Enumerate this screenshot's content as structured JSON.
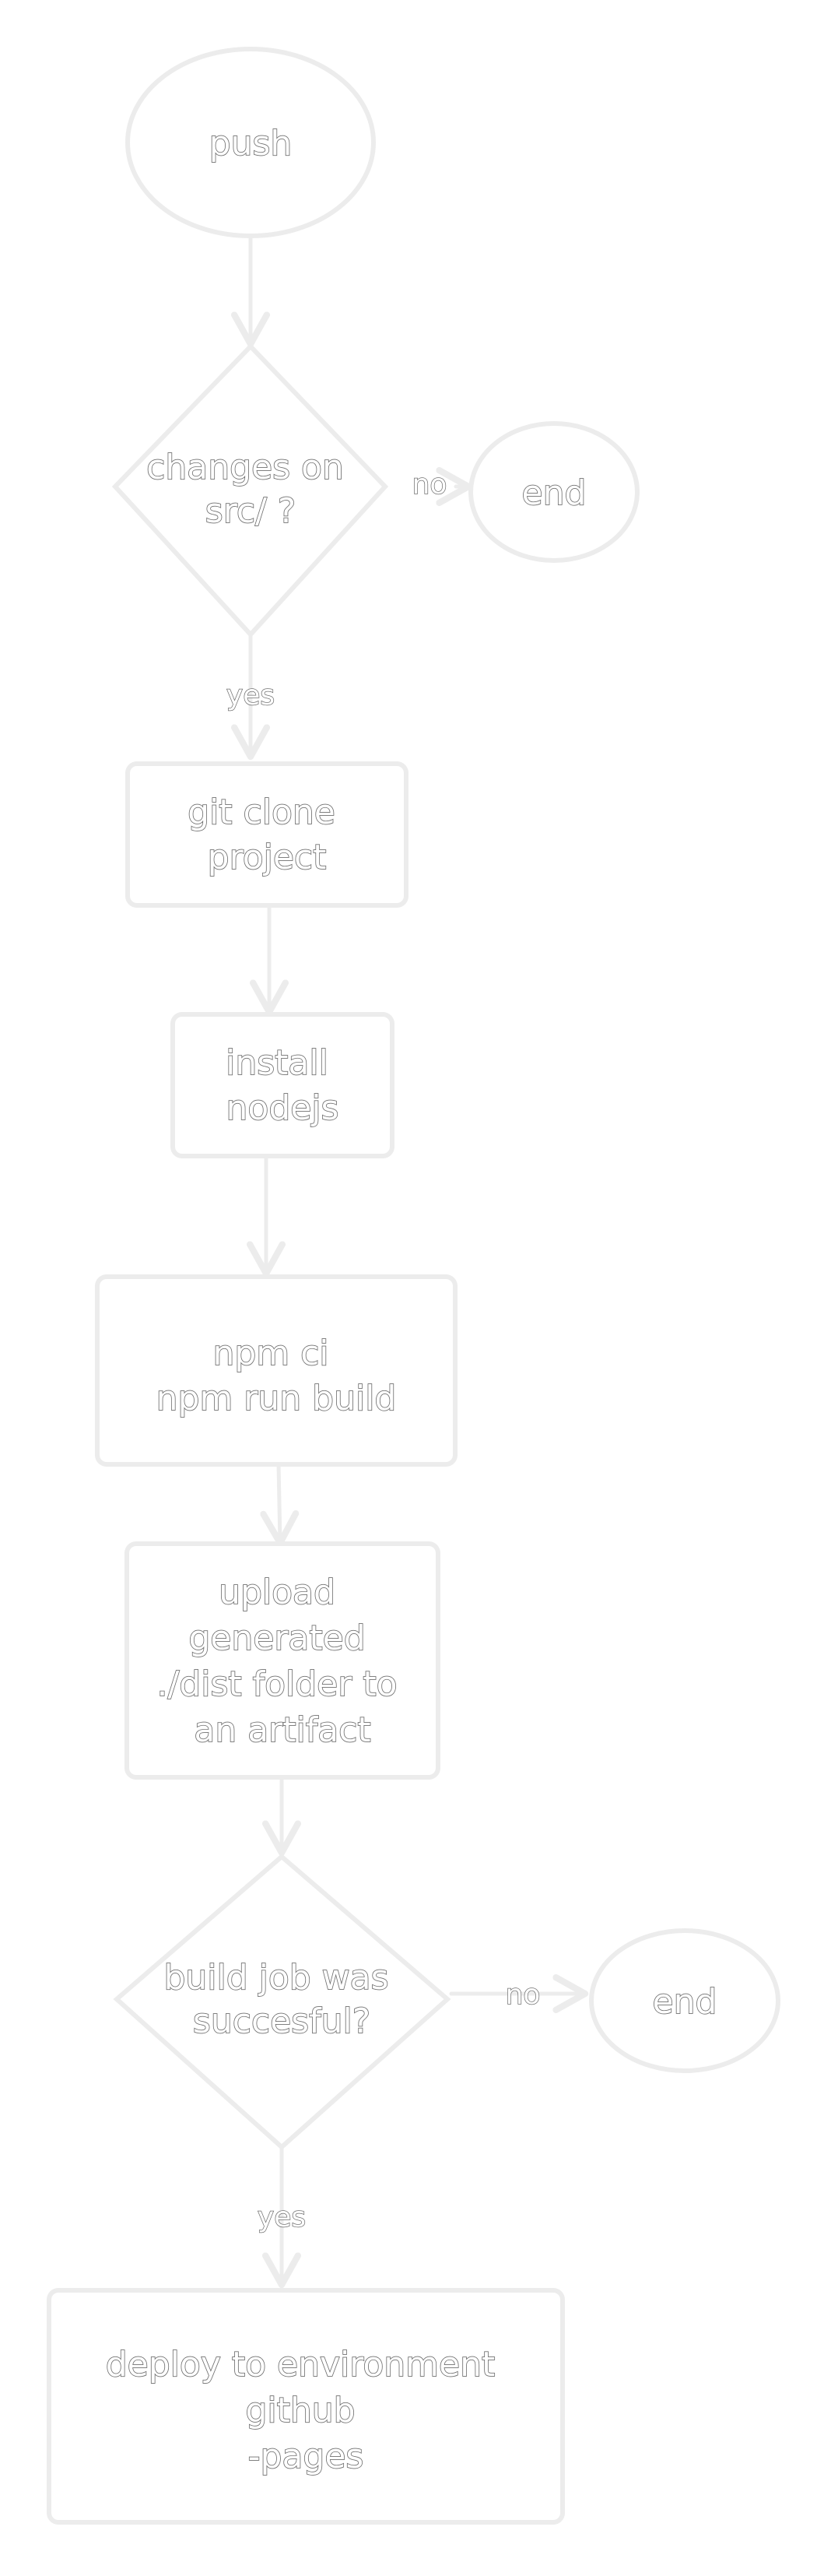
{
  "flowchart": {
    "nodes": {
      "push": {
        "shape": "ellipse",
        "lines": [
          "push"
        ]
      },
      "changes_decision": {
        "shape": "diamond",
        "lines": [
          "changes on",
          "src/ ?"
        ]
      },
      "end_1": {
        "shape": "ellipse",
        "lines": [
          "end"
        ]
      },
      "git_clone": {
        "shape": "rect",
        "lines": [
          "git clone",
          "project"
        ]
      },
      "install_nodejs": {
        "shape": "rect",
        "lines": [
          "install",
          "nodejs"
        ]
      },
      "npm_build": {
        "shape": "rect",
        "lines": [
          "npm ci",
          "npm run build"
        ]
      },
      "upload_artifact": {
        "shape": "rect",
        "lines": [
          "upload",
          "generated",
          "./dist folder to",
          "an artifact"
        ]
      },
      "build_decision": {
        "shape": "diamond",
        "lines": [
          "build job was",
          "succesful?"
        ]
      },
      "end_2": {
        "shape": "ellipse",
        "lines": [
          "end"
        ]
      },
      "deploy": {
        "shape": "rect",
        "lines": [
          "deploy to environment",
          "github",
          "-pages"
        ]
      }
    },
    "edges": {
      "push_to_changes": {
        "from": "push",
        "to": "changes_decision",
        "label": ""
      },
      "changes_no": {
        "from": "changes_decision",
        "to": "end_1",
        "label": "no"
      },
      "changes_yes": {
        "from": "changes_decision",
        "to": "git_clone",
        "label": "yes"
      },
      "clone_to_install": {
        "from": "git_clone",
        "to": "install_nodejs",
        "label": ""
      },
      "install_to_build": {
        "from": "install_nodejs",
        "to": "npm_build",
        "label": ""
      },
      "build_to_upload": {
        "from": "npm_build",
        "to": "upload_artifact",
        "label": ""
      },
      "upload_to_decision": {
        "from": "upload_artifact",
        "to": "build_decision",
        "label": ""
      },
      "build_no": {
        "from": "build_decision",
        "to": "end_2",
        "label": "no"
      },
      "build_yes": {
        "from": "build_decision",
        "to": "deploy",
        "label": "yes"
      }
    }
  }
}
